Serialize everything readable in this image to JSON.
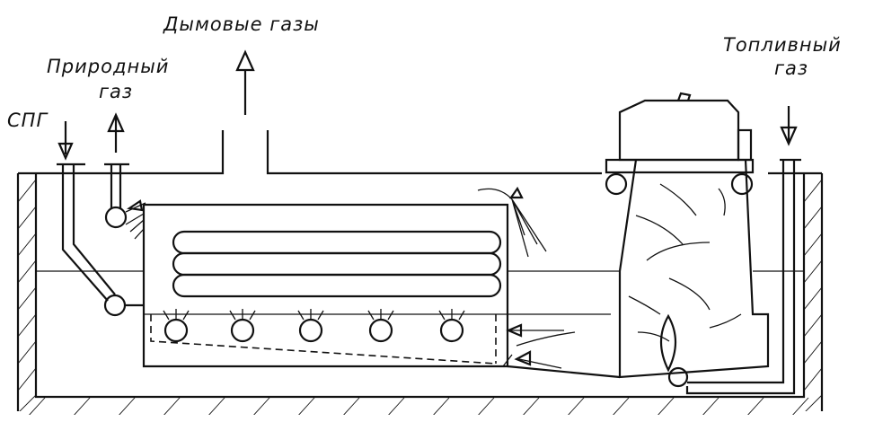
{
  "labels": {
    "flue_gases": "Дымовые газы",
    "natural_gas_line1": "Природный",
    "natural_gas_line2": "газ",
    "lng": "СПГ",
    "fuel_gas_line1": "Топливный",
    "fuel_gas_line2": "газ"
  },
  "colors": {
    "ink": "#111111",
    "background": "#ffffff"
  }
}
